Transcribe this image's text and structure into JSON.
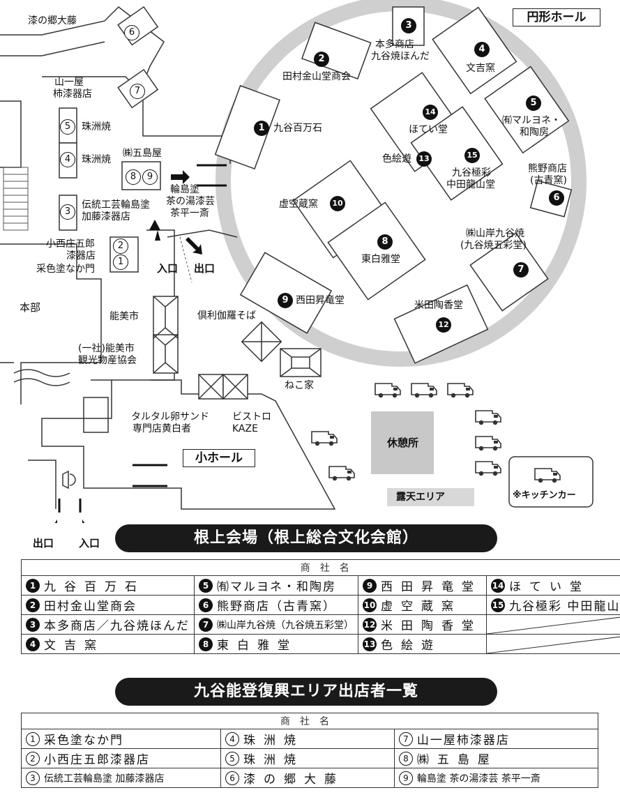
{
  "map": {
    "hall_label": "円形ホール",
    "small_hall_label": "小ホール",
    "rest_label": "休憩所",
    "outdoor_label": "露天エリア",
    "kitchen_label": "※キッチンカー",
    "honbu_label": "本部",
    "entrance": "入口",
    "exit": "出口",
    "noumi_city": "能美市",
    "kanko_line1": "(一社)能美市",
    "kanko_line2": "観光物産協会",
    "kurikara": "倶利伽羅そば",
    "nekoya": "ねこ家",
    "tartar_line1": "タルタル卵サンド",
    "tartar_line2": "専門店黄白者",
    "bistro_line1": "ビストロ",
    "bistro_line2": "KAZE",
    "booths": [
      {
        "num": "1",
        "name": "九谷百万石"
      },
      {
        "num": "2",
        "name": "田村金山堂商会"
      },
      {
        "num": "3",
        "name_l1": "本多商店",
        "name_l2": "九谷焼ほんだ"
      },
      {
        "num": "4",
        "name": "文吉窯"
      },
      {
        "num": "5",
        "name_l1": "㈲マルヨネ・",
        "name_l2": "和陶房"
      },
      {
        "num": "6",
        "name_l1": "熊野商店",
        "name_l2": "(古青窯)"
      },
      {
        "num": "7",
        "name_l1": "㈱山岸九谷焼",
        "name_l2": "(九谷焼五彩堂)"
      },
      {
        "num": "8",
        "name": "東白雅堂"
      },
      {
        "num": "9",
        "name": "西田昇竜堂"
      },
      {
        "num": "10",
        "name": "虚空蔵窯"
      },
      {
        "num": "12",
        "name": "米田陶香堂"
      },
      {
        "num": "13",
        "name": "色絵遊"
      },
      {
        "num": "14",
        "name": "ほてい堂"
      },
      {
        "num": "15",
        "name_l1": "九谷極彩",
        "name_l2": "中田龍山堂"
      }
    ],
    "noto_booths": [
      {
        "num": "1",
        "name": "采色塗なか門"
      },
      {
        "num": "2",
        "name_l1": "小西庄五郎",
        "name_l2": "漆器店"
      },
      {
        "num": "3",
        "name_l1": "伝統工芸輪島塗",
        "name_l2": "加藤漆器店"
      },
      {
        "num": "4",
        "name": "珠洲焼"
      },
      {
        "num": "5",
        "name": "珠洲焼"
      },
      {
        "num": "6",
        "name": "漆の郷大藤"
      },
      {
        "num": "7",
        "name_l1": "山一屋",
        "name_l2": "柿漆器店"
      },
      {
        "num": "8",
        "name": "㈱五島屋"
      },
      {
        "num": "9",
        "name_l1": "輪島塗",
        "name_l2": "茶の湯漆芸",
        "name_l3": "茶平一斎"
      }
    ]
  },
  "table1": {
    "title": "根上会場（根上総合文化会館）",
    "header": "商社名",
    "rows": [
      [
        {
          "num": "1",
          "name": "九谷百万石"
        },
        {
          "num": "5",
          "name": "㈲マルヨネ・和陶房"
        },
        {
          "num": "9",
          "name": "西田昇竜堂"
        },
        {
          "num": "14",
          "name": "ほてい堂"
        }
      ],
      [
        {
          "num": "2",
          "name": "田村金山堂商会"
        },
        {
          "num": "6",
          "name": "熊野商店（古青窯）"
        },
        {
          "num": "10",
          "name": "虚空蔵窯"
        },
        {
          "num": "15",
          "name": "九谷極彩 中田龍山堂"
        }
      ],
      [
        {
          "num": "3",
          "name": "本多商店／九谷焼ほんだ"
        },
        {
          "num": "7",
          "name": "㈱山岸九谷焼（九谷焼五彩堂）"
        },
        {
          "num": "12",
          "name": "米田陶香堂"
        },
        {
          "num": "",
          "name": ""
        }
      ],
      [
        {
          "num": "4",
          "name": "文吉窯"
        },
        {
          "num": "8",
          "name": "東白雅堂"
        },
        {
          "num": "13",
          "name": "色絵遊"
        },
        {
          "num": "",
          "name": ""
        }
      ]
    ]
  },
  "table2": {
    "title": "九谷能登復興エリア出店者一覧",
    "header": "商社名",
    "rows": [
      [
        {
          "num": "1",
          "name": "采色塗なか門"
        },
        {
          "num": "4",
          "name": "珠洲焼"
        },
        {
          "num": "7",
          "name": "山一屋柿漆器店"
        }
      ],
      [
        {
          "num": "2",
          "name": "小西庄五郎漆器店"
        },
        {
          "num": "5",
          "name": "珠洲焼"
        },
        {
          "num": "8",
          "name": "㈱五島屋"
        }
      ],
      [
        {
          "num": "3",
          "name": "伝統工芸輪島塗 加藤漆器店"
        },
        {
          "num": "6",
          "name": "漆の郷大藤"
        },
        {
          "num": "9",
          "name": "輪島塗 茶の湯漆芸 茶平一斎"
        }
      ]
    ]
  }
}
